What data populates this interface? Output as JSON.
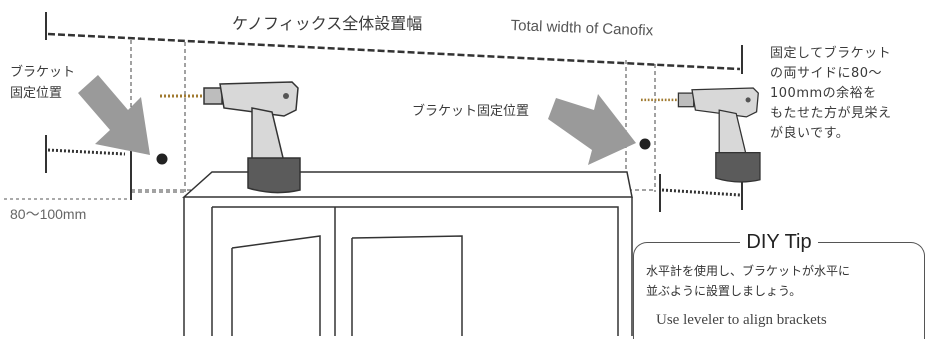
{
  "title_jp": "ケノフィックス全体設置幅",
  "title_en": "Total width of Canofix",
  "left_bracket_label": [
    "ブラケット",
    "固定位置"
  ],
  "middle_bracket_label": "ブラケット固定位置",
  "right_note": [
    "固定してブラケット",
    "の両サイドに80～",
    "100mmの余裕を",
    "もたせた方が見栄え",
    "が良いです。"
  ],
  "measure_label": "80～100mm",
  "tip": {
    "title": "DIY Tip",
    "line1": "水平計を使用し、ブラケットが水平に",
    "line2": "並ぶように設置しましょう。",
    "english": "Use leveler to align brackets"
  },
  "colors": {
    "line": "#333333",
    "arrow": "#9a9a9a",
    "drill_body": "#d8d8d8",
    "drill_battery": "#5b5b5b"
  },
  "icons": [
    "drill-icon",
    "arrow-icon",
    "bracket-dot-icon"
  ]
}
